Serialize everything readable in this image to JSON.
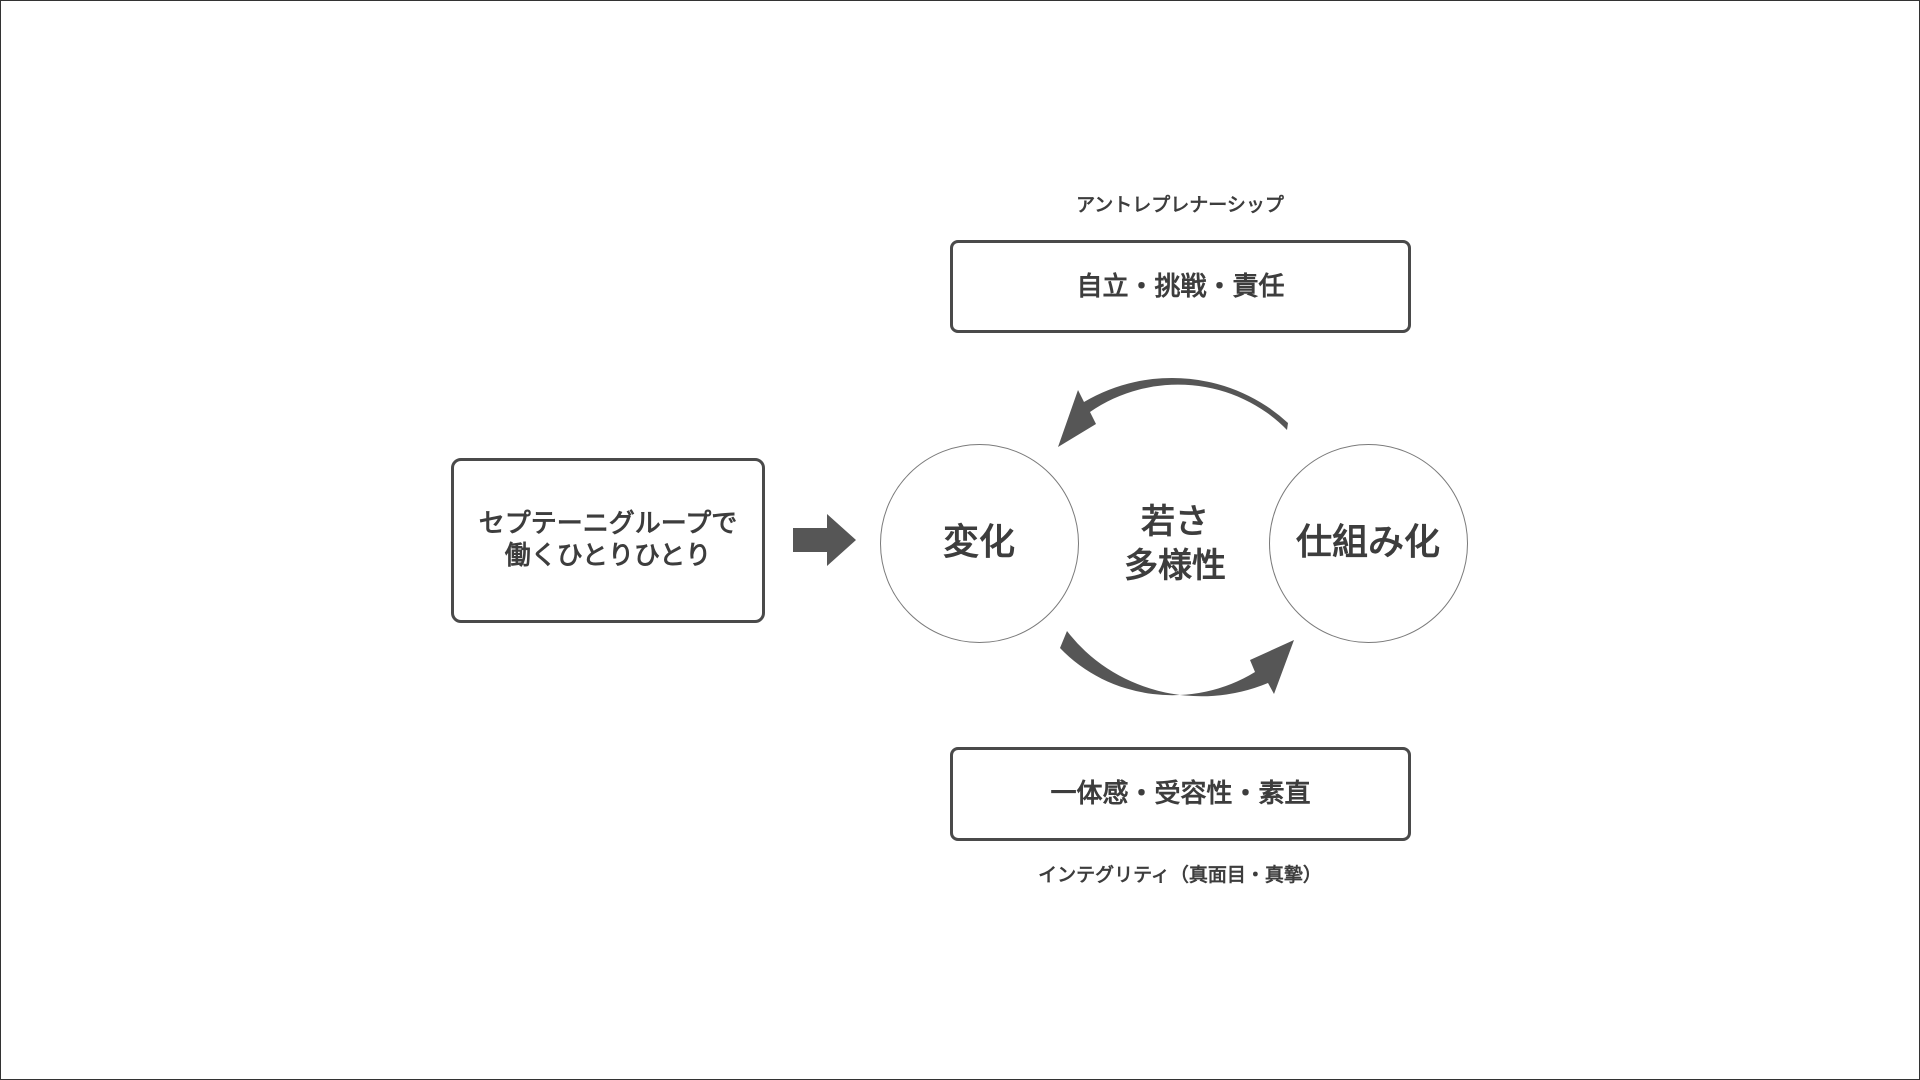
{
  "top": {
    "caption": "アントレプレナーシップ",
    "box_label": "自立・挑戦・責任"
  },
  "bottom": {
    "box_label": "一体感・受容性・素直",
    "caption": "インテグリティ（真面目・真摯）"
  },
  "left_box": {
    "line1": "セプテーニグループで",
    "line2": "働くひとりひとり"
  },
  "cycle": {
    "left_circle": "変化",
    "right_circle": "仕組み化",
    "center_line1": "若さ",
    "center_line2": "多様性"
  },
  "colors": {
    "arrow": "#565656",
    "box_border": "#4a4a4a",
    "text": "#3d3d3d"
  }
}
